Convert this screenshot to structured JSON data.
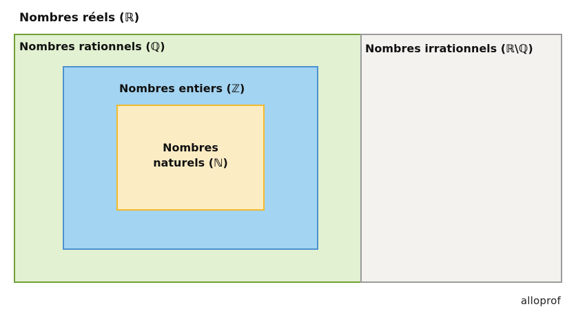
{
  "title": "Nombres réels (ℝ)",
  "sets": {
    "rationals": "Nombres rationnels (ℚ)",
    "irrationals": "Nombres irrationnels (ℝ\\ℚ)",
    "integers": "Nombres entiers (ℤ)",
    "naturals_line1": "Nombres",
    "naturals_line2": "naturels (ℕ)"
  },
  "brand": "alloprof",
  "colors": {
    "rationals_fill": "#e2f1d1",
    "rationals_border": "#6f9f36",
    "irrationals_fill": "#f3f2ef",
    "irrationals_border": "#9a9a9a",
    "integers_fill": "#a3d4f1",
    "integers_border": "#4b91cf",
    "naturals_fill": "#fbecc4",
    "naturals_border": "#f4b92a"
  }
}
